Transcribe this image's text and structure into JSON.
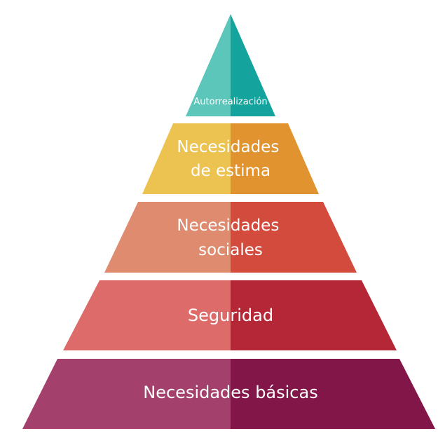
{
  "pyramid": {
    "levels": [
      {
        "lines": [
          "Autorrealización"
        ],
        "color_left": "#5cc6bb",
        "color_right": "#15a39d"
      },
      {
        "lines": [
          "Necesidades",
          "de estima"
        ],
        "color_left": "#ecc351",
        "color_right": "#e0932e"
      },
      {
        "lines": [
          "Necesidades",
          "sociales"
        ],
        "color_left": "#df8b6f",
        "color_right": "#d24b3c"
      },
      {
        "lines": [
          "Seguridad"
        ],
        "color_left": "#dc6b6a",
        "color_right": "#b52637"
      },
      {
        "lines": [
          "Necesidades básicas"
        ],
        "color_left": "#a4406c",
        "color_right": "#831648"
      }
    ]
  }
}
